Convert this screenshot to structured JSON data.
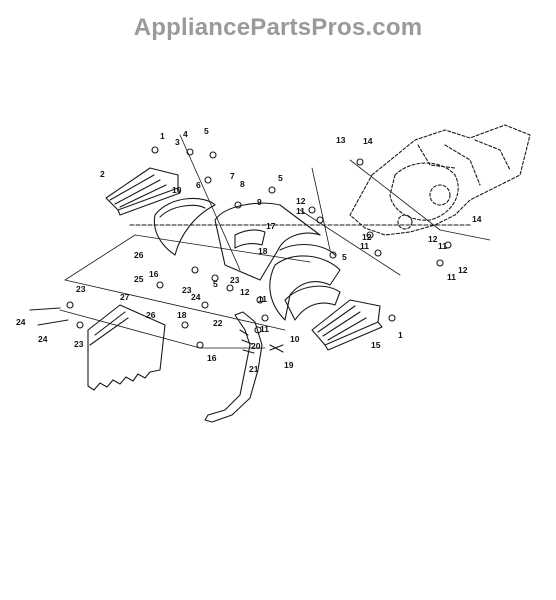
{
  "watermark": {
    "text": "AppliancePartsPros.com",
    "color": "#9a9a9a"
  },
  "callouts": [
    "1",
    "2",
    "3",
    "4",
    "5",
    "6",
    "7",
    "8",
    "9",
    "10",
    "11",
    "12",
    "13",
    "14",
    "15",
    "16",
    "17",
    "18",
    "19",
    "20",
    "21",
    "22",
    "23",
    "24",
    "25",
    "26",
    "27"
  ],
  "colors": {
    "line": "#1a1a1a",
    "background": "#ffffff"
  }
}
